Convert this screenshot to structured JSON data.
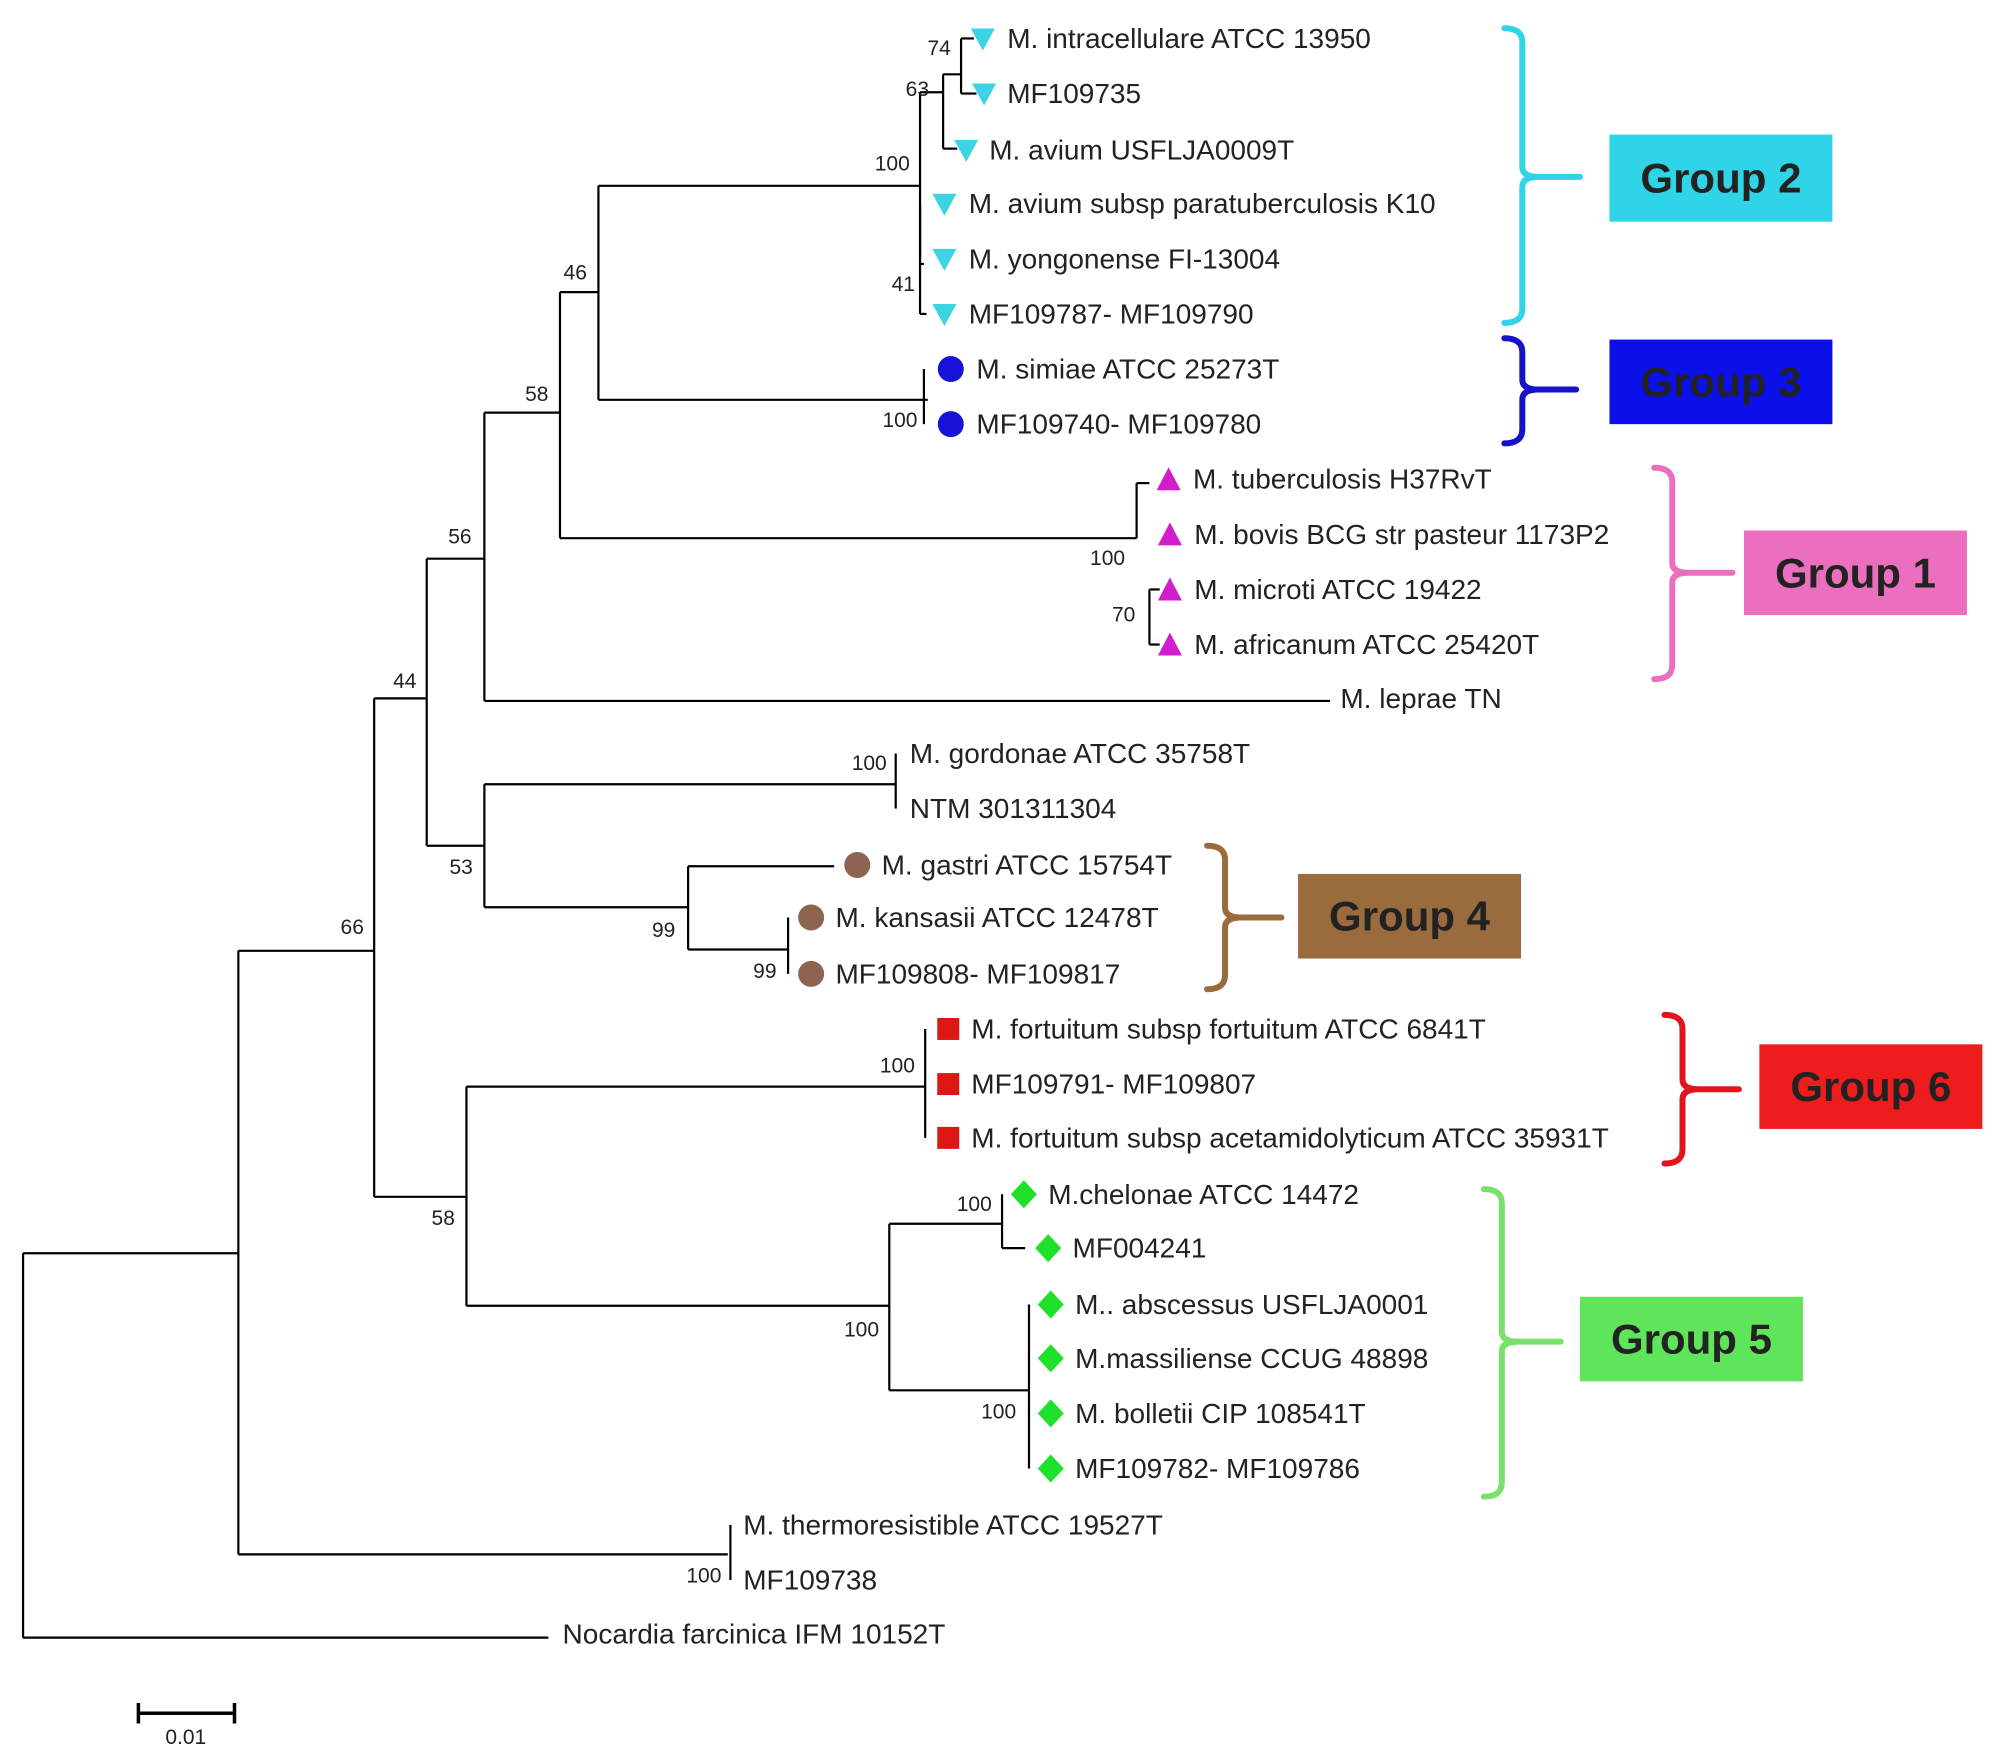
{
  "tree": {
    "leaves": [
      {
        "key": "intracellulare",
        "label": "M. intracellulare ATCC 13950",
        "marker": "triangle-down",
        "group": "g2"
      },
      {
        "key": "mf109735",
        "label": "MF109735",
        "marker": "triangle-down",
        "group": "g2"
      },
      {
        "key": "avium",
        "label": "M. avium USFLJA0009T",
        "marker": "triangle-down",
        "group": "g2"
      },
      {
        "key": "avium_para",
        "label": "M. avium subsp paratuberculosis K10",
        "marker": "triangle-down",
        "group": "g2"
      },
      {
        "key": "yongonense",
        "label": "M. yongonense FI-13004",
        "marker": "triangle-down",
        "group": "g2"
      },
      {
        "key": "mf109787",
        "label": "MF109787- MF109790",
        "marker": "triangle-down",
        "group": "g2"
      },
      {
        "key": "simiae",
        "label": "M. simiae ATCC 25273T",
        "marker": "circle",
        "group": "g3"
      },
      {
        "key": "mf109740",
        "label": "MF109740- MF109780",
        "marker": "circle",
        "group": "g3"
      },
      {
        "key": "tuberculosis",
        "label": "M. tuberculosis H37RvT",
        "marker": "triangle-up",
        "group": "g1"
      },
      {
        "key": "bovis",
        "label": "M. bovis BCG str pasteur 1173P2",
        "marker": "triangle-up",
        "group": "g1"
      },
      {
        "key": "microti",
        "label": "M. microti ATCC 19422",
        "marker": "triangle-up",
        "group": "g1"
      },
      {
        "key": "africanum",
        "label": "M. africanum ATCC 25420T",
        "marker": "triangle-up",
        "group": "g1"
      },
      {
        "key": "leprae",
        "label": "M. leprae TN",
        "marker": "none",
        "group": ""
      },
      {
        "key": "gordonae",
        "label": "M. gordonae ATCC 35758T",
        "marker": "none",
        "group": ""
      },
      {
        "key": "ntm",
        "label": "NTM 301311304",
        "marker": "none",
        "group": ""
      },
      {
        "key": "gastri",
        "label": "M. gastri ATCC 15754T",
        "marker": "circle",
        "group": "g4"
      },
      {
        "key": "kansasii",
        "label": "M. kansasii ATCC 12478T",
        "marker": "circle",
        "group": "g4"
      },
      {
        "key": "mf109808",
        "label": "MF109808- MF109817",
        "marker": "circle",
        "group": "g4"
      },
      {
        "key": "fortuitum",
        "label": "M. fortuitum subsp fortuitum ATCC 6841T",
        "marker": "square",
        "group": "g6"
      },
      {
        "key": "mf109791",
        "label": "MF109791- MF109807",
        "marker": "square",
        "group": "g6"
      },
      {
        "key": "acetamido",
        "label": "M. fortuitum subsp acetamidolyticum ATCC 35931T",
        "marker": "square",
        "group": "g6"
      },
      {
        "key": "chelonae",
        "label": "M.chelonae ATCC 14472",
        "marker": "diamond",
        "group": "g5"
      },
      {
        "key": "mf004241",
        "label": "MF004241",
        "marker": "diamond",
        "group": "g5"
      },
      {
        "key": "abscessus",
        "label": "M.. abscessus USFLJA0001",
        "marker": "diamond",
        "group": "g5"
      },
      {
        "key": "massiliense",
        "label": "M.massiliense CCUG 48898",
        "marker": "diamond",
        "group": "g5"
      },
      {
        "key": "bolletii",
        "label": "M. bolletii CIP 108541T",
        "marker": "diamond",
        "group": "g5"
      },
      {
        "key": "mf109782",
        "label": "MF109782- MF109786",
        "marker": "diamond",
        "group": "g5"
      },
      {
        "key": "thermoresistible",
        "label": "M. thermoresistible ATCC 19527T",
        "marker": "none",
        "group": ""
      },
      {
        "key": "mf109738",
        "label": "MF109738",
        "marker": "none",
        "group": ""
      },
      {
        "key": "nocardia",
        "label": "Nocardia farcinica IFM 10152T",
        "marker": "none",
        "group": ""
      }
    ],
    "bootstrap": [
      {
        "node": "intracellulare_mf109735",
        "value": "74"
      },
      {
        "node": "intracellulare_avium",
        "value": "63"
      },
      {
        "node": "group2",
        "value": "100"
      },
      {
        "node": "yongonense_mf109787",
        "value": "41"
      },
      {
        "node": "group2_group3",
        "value": "46"
      },
      {
        "node": "group3",
        "value": "100"
      },
      {
        "node": "mtb_leprae_clade",
        "value": "58"
      },
      {
        "node": "group1",
        "value": "100"
      },
      {
        "node": "microti_africanum",
        "value": "70"
      },
      {
        "node": "slow_growers",
        "value": "56"
      },
      {
        "node": "slow_growers_plus",
        "value": "44"
      },
      {
        "node": "gordonae_ntm",
        "value": "100"
      },
      {
        "node": "gordonae_group4",
        "value": "53"
      },
      {
        "node": "group4",
        "value": "99"
      },
      {
        "node": "kansasii_mf109808",
        "value": "99"
      },
      {
        "node": "mycobacterium",
        "value": "66"
      },
      {
        "node": "group6",
        "value": "100"
      },
      {
        "node": "rapid_growers",
        "value": "58"
      },
      {
        "node": "chelonae_mf004241",
        "value": "100"
      },
      {
        "node": "group5",
        "value": "100"
      },
      {
        "node": "abscessus_complex",
        "value": "100"
      },
      {
        "node": "thermoresistible_mf109738",
        "value": "100"
      }
    ],
    "groups": [
      {
        "key": "g1",
        "label": "Group 1",
        "color": "#ec6fbf",
        "text_color": "#111111"
      },
      {
        "key": "g2",
        "label": "Group 2",
        "color": "#2fd4e6",
        "text_color": "#111111"
      },
      {
        "key": "g3",
        "label": "Group 3",
        "color": "#0b0fe8",
        "text_color": "#111111"
      },
      {
        "key": "g4",
        "label": "Group 4",
        "color": "#9a6b3c",
        "text_color": "#111111"
      },
      {
        "key": "g5",
        "label": "Group 5",
        "color": "#5fe55a",
        "text_color": "#111111"
      },
      {
        "key": "g6",
        "label": "Group 6",
        "color": "#ee1c1c",
        "text_color": "#111111"
      }
    ],
    "marker_colors": {
      "g1": "#d21dcc",
      "g2": "#3cd3e3",
      "g3": "#1612d6",
      "g4": "#8c6450",
      "g5": "#1fe02a",
      "g6": "#dd1616"
    },
    "bracket_colors": {
      "g1": "#ec6fbf",
      "g2": "#2fd4e6",
      "g3": "#1612c8",
      "g4": "#9a6b3c",
      "g5": "#7ae06c",
      "g6": "#e3141c"
    },
    "scale_bar": {
      "label": "0.01"
    }
  }
}
